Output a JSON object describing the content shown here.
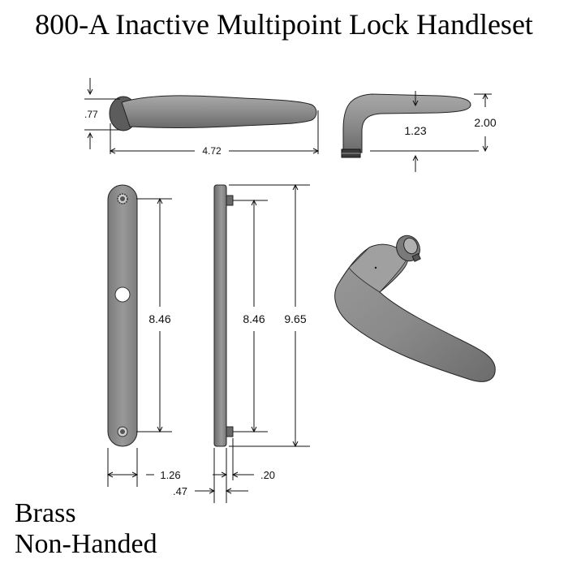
{
  "title": "800-A Inactive Multipoint Lock Handleset",
  "finish": "Brass",
  "handing": "Non-Handed",
  "dimensions": {
    "lever_height": ".77",
    "lever_length": "4.72",
    "lever_rose_height": "1.23",
    "lever_projection": "2.00",
    "plate_hole_spacing_front": "8.46",
    "plate_hole_spacing_side": "8.46",
    "plate_length": "9.65",
    "plate_width": "1.26",
    "plate_thickness": ".47",
    "post_thickness": ".20"
  },
  "colors": {
    "metal": "#8a8a8a",
    "metal_dark": "#5e5e5e",
    "metal_light": "#b4b4b4",
    "line": "#111111"
  }
}
